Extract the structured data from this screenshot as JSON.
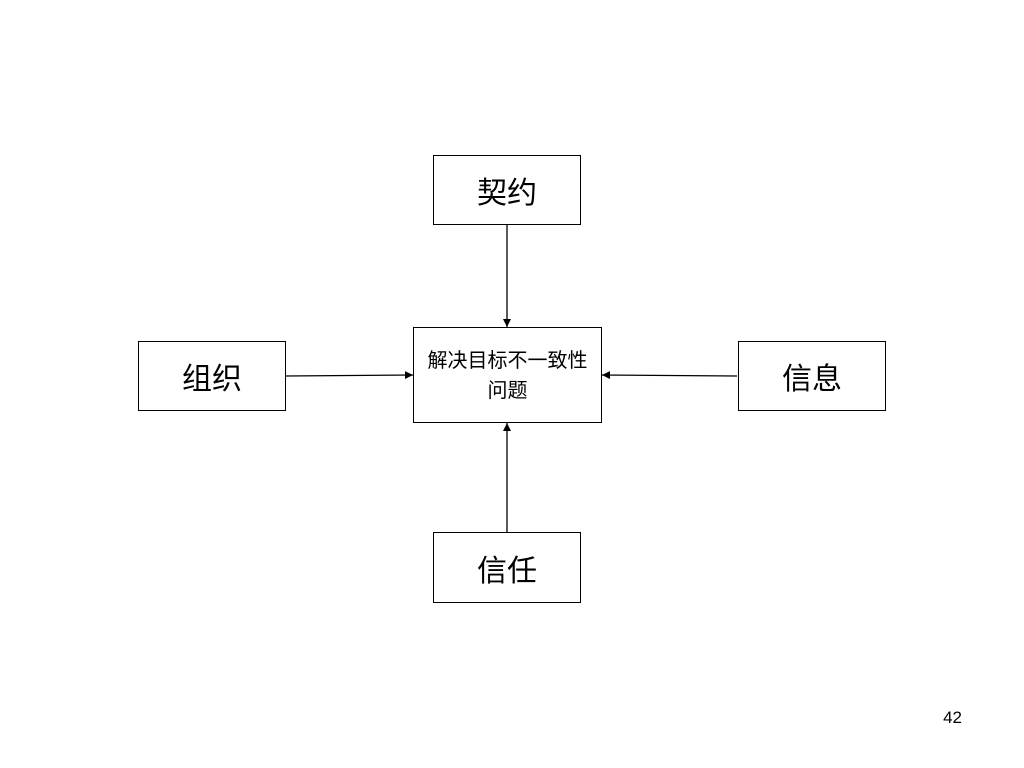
{
  "diagram": {
    "center": "解决目标不一致性问题",
    "top": "契约",
    "left": "组织",
    "right": "信息",
    "bottom": "信任"
  },
  "page_number": "42",
  "colors": {
    "line": "#000000",
    "background": "#ffffff"
  }
}
